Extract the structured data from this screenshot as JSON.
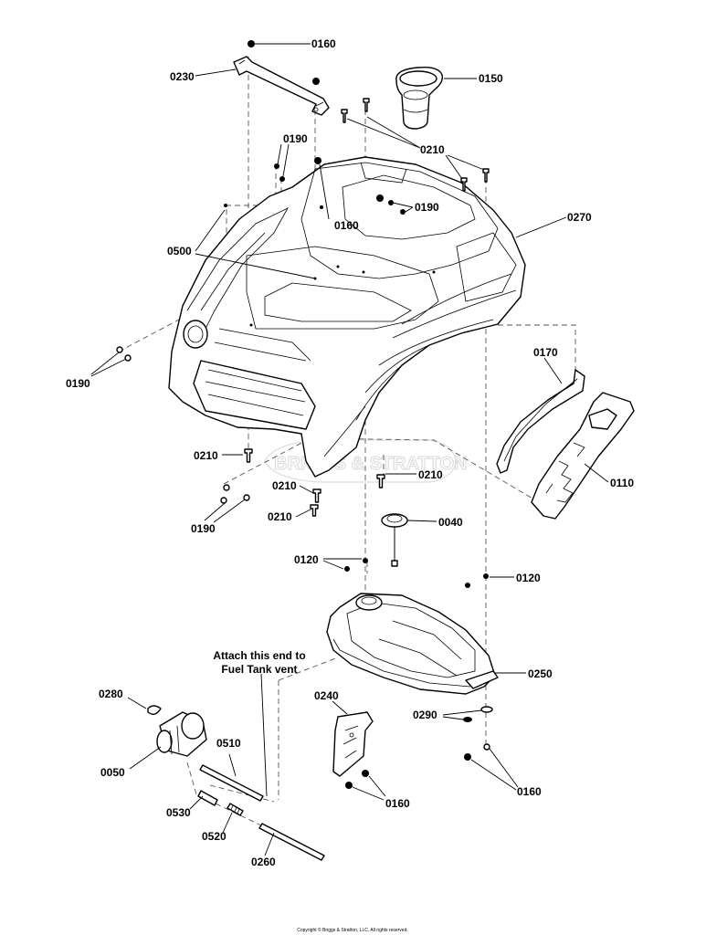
{
  "callouts": [
    {
      "id": "0160",
      "label": "0160"
    },
    {
      "id": "0230",
      "label": "0230"
    },
    {
      "id": "0150",
      "label": "0150"
    },
    {
      "id": "0190",
      "label": "0190"
    },
    {
      "id": "0210",
      "label": "0210"
    },
    {
      "id": "0160",
      "label": "0160"
    },
    {
      "id": "0190",
      "label": "0190"
    },
    {
      "id": "0270",
      "label": "0270"
    },
    {
      "id": "0500",
      "label": "0500"
    },
    {
      "id": "0170",
      "label": "0170"
    },
    {
      "id": "0190",
      "label": "0190"
    },
    {
      "id": "0110",
      "label": "0110"
    },
    {
      "id": "0210",
      "label": "0210"
    },
    {
      "id": "0210",
      "label": "0210"
    },
    {
      "id": "0210",
      "label": "0210"
    },
    {
      "id": "0210",
      "label": "0210"
    },
    {
      "id": "0190",
      "label": "0190"
    },
    {
      "id": "0040",
      "label": "0040"
    },
    {
      "id": "0120",
      "label": "0120"
    },
    {
      "id": "0120",
      "label": "0120"
    },
    {
      "id": "0250",
      "label": "0250"
    },
    {
      "id": "0280",
      "label": "0280"
    },
    {
      "id": "0240",
      "label": "0240"
    },
    {
      "id": "0290",
      "label": "0290"
    },
    {
      "id": "0510",
      "label": "0510"
    },
    {
      "id": "0050",
      "label": "0050"
    },
    {
      "id": "0160",
      "label": "0160"
    },
    {
      "id": "0160",
      "label": "0160"
    },
    {
      "id": "0530",
      "label": "0530"
    },
    {
      "id": "0520",
      "label": "0520"
    },
    {
      "id": "0260",
      "label": "0260"
    }
  ],
  "note": {
    "line1": "Attach this end to",
    "line2": "Fuel Tank vent"
  },
  "watermark": "BRIGGS & STRATTON",
  "copyright": "Copyright © Briggs & Stratton, LLC. All rights reserved."
}
